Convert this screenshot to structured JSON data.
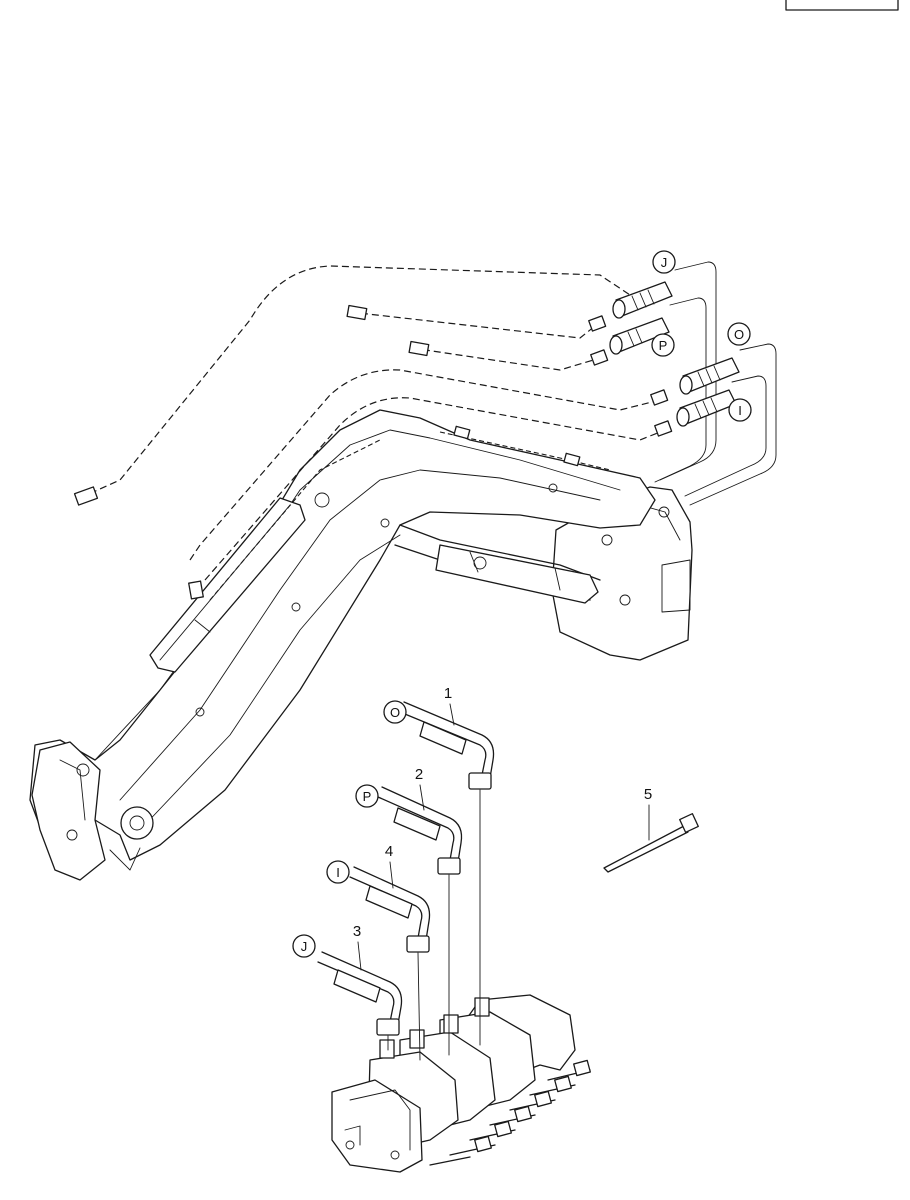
{
  "parts": [
    {
      "num": "1",
      "conn": "O"
    },
    {
      "num": "2",
      "conn": "P"
    },
    {
      "num": "3",
      "conn": "J"
    },
    {
      "num": "4",
      "conn": "I"
    },
    {
      "num": "5",
      "conn": ""
    }
  ],
  "boom_connectors": [
    "J",
    "P",
    "O",
    "I"
  ]
}
